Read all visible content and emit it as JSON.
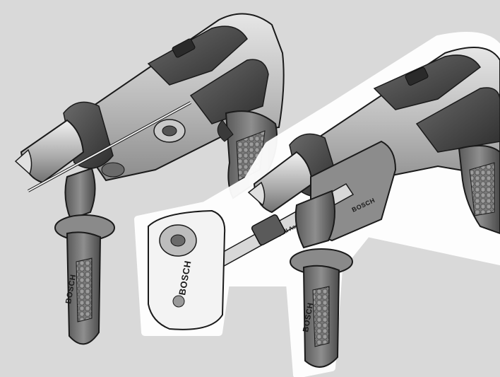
{
  "illustration": {
    "background_color": "#d9d9d9",
    "outline_color": "#1a1a1a",
    "body_light": "#cfcfcf",
    "body_mid": "#9a9a9a",
    "body_dark": "#4a4a4a",
    "halo_color": "#ffffff"
  },
  "left_drill": {
    "handle_brand": "BOSCH"
  },
  "right_drill": {
    "handle_brand": "BOSCH",
    "attachment_brand": "BOSCH",
    "dust_box_brand": "BOSCH",
    "rail_label": "Drill Assistant"
  }
}
